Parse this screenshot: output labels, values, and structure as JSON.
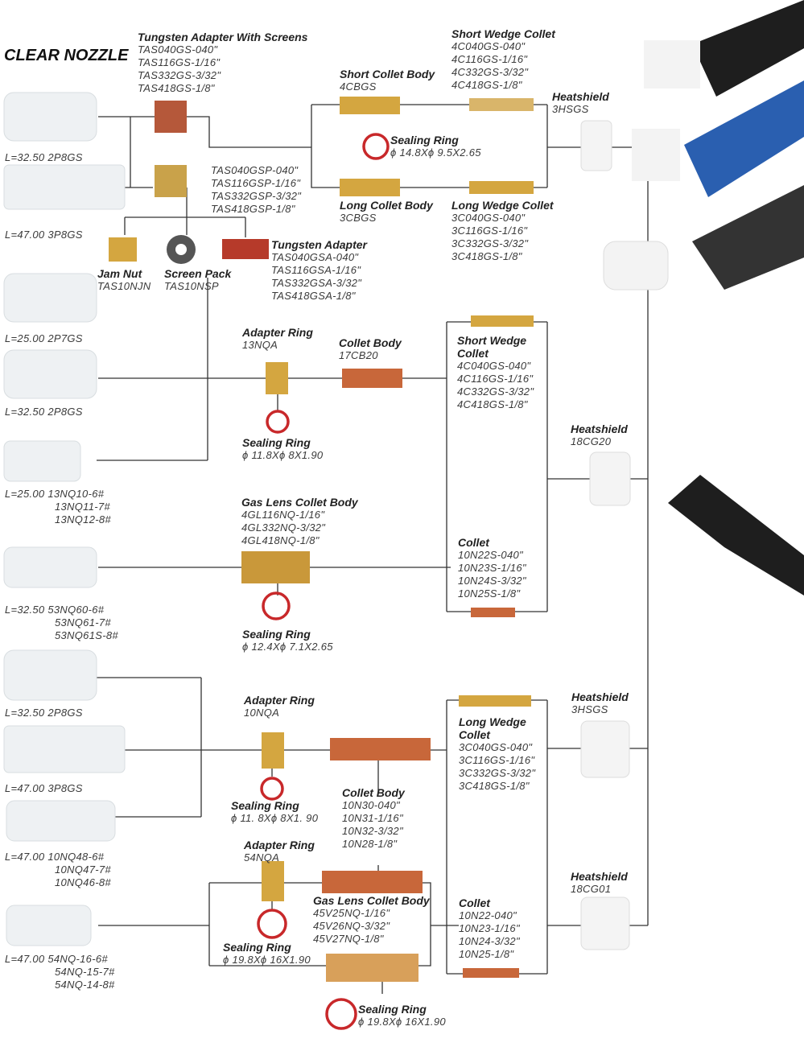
{
  "title": "CLEAR NOZZLE",
  "groups": {
    "tas_screens": {
      "title": "Tungsten Adapter With Screens",
      "items": [
        "TAS040GS-040\"",
        "TAS116GS-1/16\"",
        "TAS332GS-3/32\"",
        "TAS418GS-1/8\""
      ]
    },
    "short_collet_body": {
      "title": "Short Collet Body",
      "items": [
        "4CBGS"
      ]
    },
    "short_wedge_collet_top": {
      "title": "Short Wedge Collet",
      "items": [
        "4C040GS-040\"",
        "4C116GS-1/16\"",
        "4C332GS-3/32\"",
        "4C418GS-1/8\""
      ]
    },
    "heatshield_1": {
      "title": "Heatshield",
      "items": [
        "3HSGS"
      ]
    },
    "sealing_ring_1": {
      "title": "Sealing Ring",
      "items": [
        "ϕ 14.8Xϕ 9.5X2.65"
      ]
    },
    "nozzle_1": {
      "title": "",
      "items": [
        "L=32.50  2P8GS"
      ]
    },
    "tas_gsp": {
      "title": "",
      "items": [
        "TAS040GSP-040\"",
        "TAS116GSP-1/16\"",
        "TAS332GSP-3/32\"",
        "TAS418GSP-1/8\""
      ]
    },
    "long_collet_body": {
      "title": "Long Collet Body",
      "items": [
        "3CBGS"
      ]
    },
    "long_wedge_collet_top": {
      "title": "Long Wedge Collet",
      "items": [
        "3C040GS-040\"",
        "3C116GS-1/16\"",
        "3C332GS-3/32\"",
        "3C418GS-1/8\""
      ]
    },
    "nozzle_2": {
      "title": "",
      "items": [
        "L=47.00  3P8GS"
      ]
    },
    "jam_nut": {
      "title": "Jam Nut",
      "items": [
        "TAS10NJN"
      ]
    },
    "screen_pack": {
      "title": "Screen Pack",
      "items": [
        "TAS10NSP"
      ]
    },
    "tungsten_adapter": {
      "title": "Tungsten Adapter",
      "items": [
        "TAS040GSA-040\"",
        "TAS116GSA-1/16\"",
        "TAS332GSA-3/32\"",
        "TAS418GSA-1/8\""
      ]
    },
    "nozzle_3": {
      "title": "",
      "items": [
        "L=25.00  2P7GS"
      ]
    },
    "adapter_ring_13nqa": {
      "title": "Adapter Ring",
      "items": [
        "13NQA"
      ]
    },
    "collet_body_17cb20": {
      "title": "Collet Body",
      "items": [
        "17CB20"
      ]
    },
    "short_wedge_collet_mid": {
      "title": "Short Wedge\nCollet",
      "items": [
        "4C040GS-040\"",
        "4C116GS-1/16\"",
        "4C332GS-3/32\"",
        "4C418GS-1/8\""
      ]
    },
    "nozzle_4": {
      "title": "",
      "items": [
        "L=32.50  2P8GS"
      ]
    },
    "sealing_ring_2": {
      "title": "Sealing Ring",
      "items": [
        "ϕ 11.8Xϕ 8X1.90"
      ]
    },
    "heatshield_18cg20": {
      "title": "Heatshield",
      "items": [
        "18CG20"
      ]
    },
    "nozzle_5": {
      "title": "",
      "items": [
        "L=25.00  13NQ10-6#",
        "13NQ11-7#",
        "13NQ12-8#"
      ]
    },
    "gas_lens_4gl": {
      "title": "Gas Lens Collet Body",
      "items": [
        "4GL116NQ-1/16\"",
        "4GL332NQ-3/32\"",
        "4GL418NQ-1/8\""
      ]
    },
    "collet_10n22s": {
      "title": "Collet",
      "items": [
        "10N22S-040\"",
        "10N23S-1/16\"",
        "10N24S-3/32\"",
        "10N25S-1/8\""
      ]
    },
    "nozzle_6": {
      "title": "",
      "items": [
        "L=32.50  53NQ60-6#",
        "53NQ61-7#",
        "53NQ61S-8#"
      ]
    },
    "sealing_ring_3": {
      "title": "Sealing Ring",
      "items": [
        "ϕ 12.4Xϕ 7.1X2.65"
      ]
    },
    "nozzle_7": {
      "title": "",
      "items": [
        "L=32.50  2P8GS"
      ]
    },
    "adapter_ring_10nqa": {
      "title": "Adapter Ring",
      "items": [
        "10NQA"
      ]
    },
    "heatshield_3hsgs_b": {
      "title": "Heatshield",
      "items": [
        "3HSGS"
      ]
    },
    "long_wedge_collet_bottom": {
      "title": "Long Wedge\nCollet",
      "items": [
        "3C040GS-040\"",
        "3C116GS-1/16\"",
        "3C332GS-3/32\"",
        "3C418GS-1/8\""
      ]
    },
    "nozzle_8": {
      "title": "",
      "items": [
        "L=47.00  3P8GS"
      ]
    },
    "sealing_ring_4": {
      "title": "Sealing Ring",
      "items": [
        "ϕ 11. 8Xϕ 8X1. 90"
      ]
    },
    "collet_body_10n30": {
      "title": "Collet Body",
      "items": [
        "10N30-040\"",
        "10N31-1/16\"",
        "10N32-3/32\"",
        "10N28-1/8\""
      ]
    },
    "nozzle_9": {
      "title": "",
      "items": [
        "L=47.00  10NQ48-6#",
        "10NQ47-7#",
        "10NQ46-8#"
      ]
    },
    "adapter_ring_54nqa": {
      "title": "Adapter Ring",
      "items": [
        "54NQA"
      ]
    },
    "heatshield_18cg01": {
      "title": "Heatshield",
      "items": [
        "18CG01"
      ]
    },
    "gas_lens_45v": {
      "title": "Gas Lens Collet Body",
      "items": [
        "45V25NQ-1/16\"",
        "45V26NQ-3/32\"",
        "45V27NQ-1/8\""
      ]
    },
    "collet_10n22": {
      "title": "Collet",
      "items": [
        "10N22-040\"",
        "10N23-1/16\"",
        "10N24-3/32\"",
        "10N25-1/8\""
      ]
    },
    "sealing_ring_5": {
      "title": "Sealing Ring",
      "items": [
        "ϕ 19.8Xϕ 16X1.90"
      ]
    },
    "nozzle_10": {
      "title": "",
      "items": [
        "L=47.00  54NQ-16-6#",
        "54NQ-15-7#",
        "54NQ-14-8#"
      ]
    },
    "sealing_ring_6": {
      "title": "Sealing Ring",
      "items": [
        "ϕ 19.8Xϕ 16X1.90"
      ]
    }
  },
  "colors": {
    "line": "#333333",
    "ring": "#c8282a",
    "brass": "#d4a640",
    "copper": "#c8673a",
    "glass": "#eef1f3",
    "torch": "#1e1e1e",
    "blue": "#2a5fb0"
  }
}
